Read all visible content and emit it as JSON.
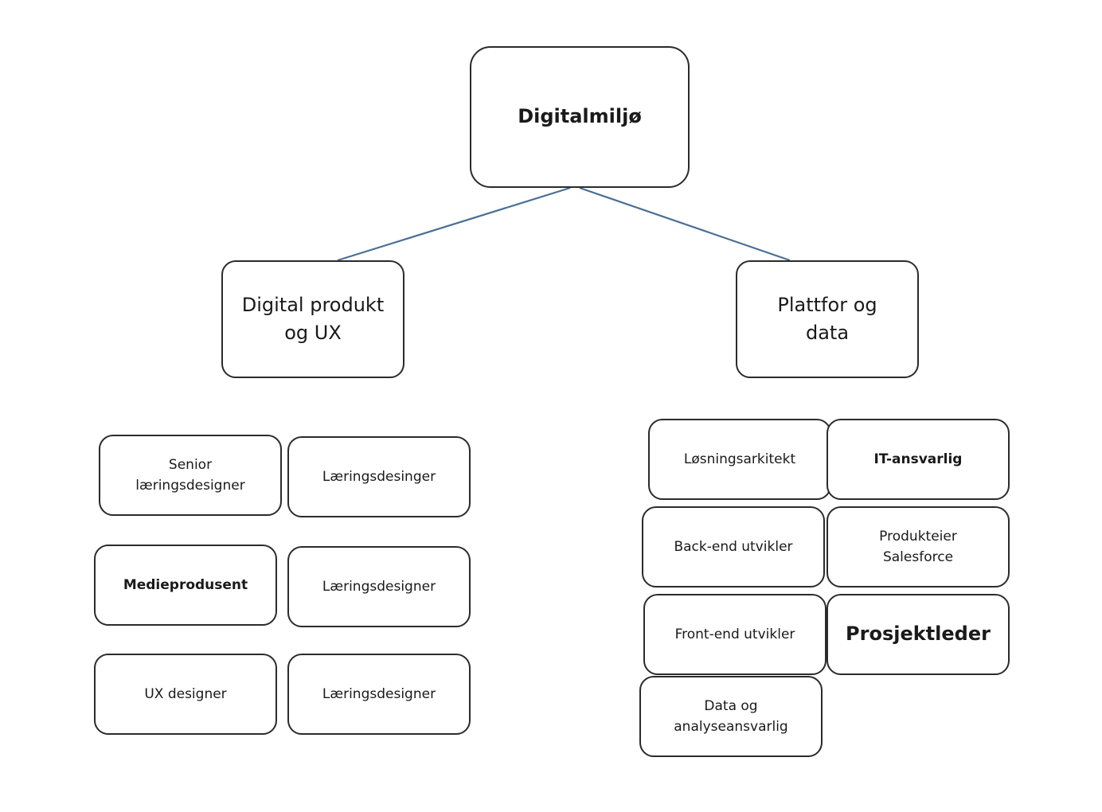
{
  "diagram": {
    "root": {
      "label": "Digitalmiljø"
    },
    "branches": [
      {
        "label": "Digital produkt og UX",
        "roles": [
          "Senior læringsdesigner",
          "Læringsdesinger",
          "Medieprodusent",
          "Læringsdesigner",
          "UX designer",
          "Læringsdesigner"
        ]
      },
      {
        "label": "Plattfor og data",
        "roles": [
          "Løsningsarkitekt",
          "IT-ansvarlig",
          "Back-end utvikler",
          "Produkteier Salesforce",
          "Front-end utvikler",
          "Prosjektleder",
          "Data og analyseansvarlig"
        ]
      }
    ],
    "connector_color": "#4a6f96"
  }
}
